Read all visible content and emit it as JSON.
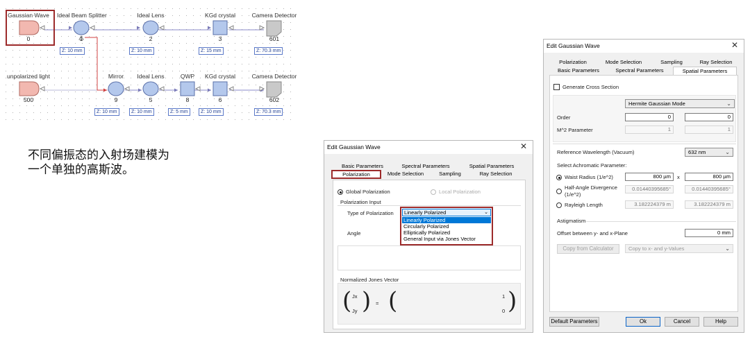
{
  "diagram": {
    "components": [
      {
        "label": "Gaussian Wave",
        "num": "0",
        "shape": "source"
      },
      {
        "label": "Ideal Beam Splitter",
        "num": "1",
        "shape": "ellipse"
      },
      {
        "label": "Ideal Lens",
        "num": "2",
        "shape": "ellipse"
      },
      {
        "label": "KGd crystal",
        "num": "3",
        "shape": "square"
      },
      {
        "label": "Camera Detector",
        "num": "601",
        "shape": "detector"
      },
      {
        "label": "unpolarized light",
        "num": "500",
        "shape": "source"
      },
      {
        "label": "Mirror",
        "num": "9",
        "shape": "ellipse"
      },
      {
        "label": "Ideal Lens",
        "num": "5",
        "shape": "ellipse"
      },
      {
        "label": "QWP",
        "num": "8",
        "shape": "square"
      },
      {
        "label": "KGd crystal",
        "num": "6",
        "shape": "square"
      },
      {
        "label": "Camera Detector",
        "num": "602",
        "shape": "detector"
      }
    ],
    "distances_top": [
      "Z: 10 mm",
      "Z: 10 mm",
      "Z: 15 mm",
      "Z: 70.3 mm"
    ],
    "distances_bottom": [
      "Z: 10 mm",
      "Z: 10 mm",
      "Z: 5 mm",
      "Z: 10 mm",
      "Z: 70.3 mm"
    ]
  },
  "caption": [
    "不同偏振态的入射场建模为",
    "一个单独的高斯波。"
  ],
  "pol_dialog": {
    "title": "Edit Gaussian Wave",
    "close": "✕",
    "tabs_back": [
      "Basic Parameters",
      "Spectral Parameters",
      "Spatial Parameters"
    ],
    "tabs_front": [
      "Polarization",
      "Mode Selection",
      "Sampling",
      "Ray Selection"
    ],
    "global_pol": "Global Polarization",
    "local_pol": "Local Polarization",
    "pol_input_header": "Polarization Input",
    "type_label": "Type of Polarization",
    "type_value": "Linearly Polarized",
    "options": [
      "Linearly Polarized",
      "Circularly Polarized",
      "Elliptically Polarized",
      "General Input via Jones Vector"
    ],
    "angle_label": "Angle",
    "jones_header": "Normalized Jones Vector",
    "jx": "Jx",
    "jy": "Jy",
    "equals": "=",
    "v1": "1",
    "v2": "0"
  },
  "spatial_dialog": {
    "title": "Edit Gaussian Wave",
    "close": "✕",
    "tabs_back": [
      "Polarization",
      "Mode Selection",
      "Sampling",
      "Ray Selection"
    ],
    "tabs_front": [
      "Basic Parameters",
      "Spectral Parameters",
      "Spatial Parameters"
    ],
    "cross_section": "Generate Cross Section",
    "mode_value": "Hermite Gaussian Mode",
    "order_label": "Order",
    "order_x": "0",
    "order_y": "0",
    "m2_label": "M^2 Parameter",
    "m2_x": "1",
    "m2_y": "1",
    "ref_wavelength_label": "Reference Wavelength (Vacuum)",
    "ref_wavelength_value": "632 nm",
    "achromatic_label": "Select Achromatic Parameter:",
    "waist_label": "Waist Radius (1/e^2)",
    "waist_x": "800 µm",
    "waist_y": "800 µm",
    "x_sep": "x",
    "divergence_label_1": "Half-Angle Divergence",
    "divergence_label_2": "(1/e^2)",
    "divergence_x": "0.01440395685°",
    "divergence_y": "0.01440395685°",
    "rayleigh_label": "Rayleigh Length",
    "rayleigh_x": "3.182224379 m",
    "rayleigh_y": "3.182224379 m",
    "astig_header": "Astigmatism",
    "offset_label": "Offset between y- and x-Plane",
    "offset_value": "0 mm",
    "copy_btn": "Copy from Calculator",
    "copy_combo": "Copy to x- and y-Values",
    "default_btn": "Default Parameters",
    "ok_btn": "Ok",
    "cancel_btn": "Cancel",
    "help_btn": "Help"
  },
  "colors": {
    "highlight": "#9c2a2a",
    "link_blue": "#1a3a90",
    "component_blue": "#b4c8ec",
    "source_red": "#f2b8b0"
  }
}
